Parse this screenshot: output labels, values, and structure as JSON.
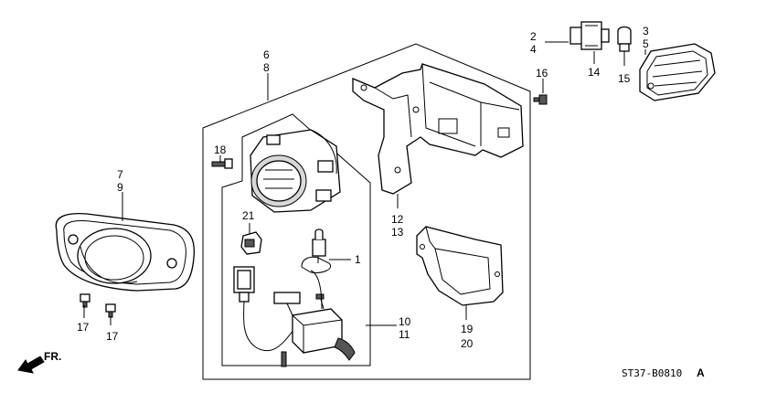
{
  "diagram": {
    "code": "ST37-B0810",
    "code_suffix": "A",
    "front_label": "FR.",
    "callouts": {
      "c1": "1",
      "c2": "2",
      "c3": "3",
      "c4": "4",
      "c5": "5",
      "c6": "6",
      "c7": "7",
      "c8": "8",
      "c9": "9",
      "c10": "10",
      "c11": "11",
      "c12": "12",
      "c13": "13",
      "c14": "14",
      "c15": "15",
      "c16": "16",
      "c17a": "17",
      "c17b": "17",
      "c18": "18",
      "c19": "19",
      "c20": "20",
      "c21": "21"
    }
  }
}
